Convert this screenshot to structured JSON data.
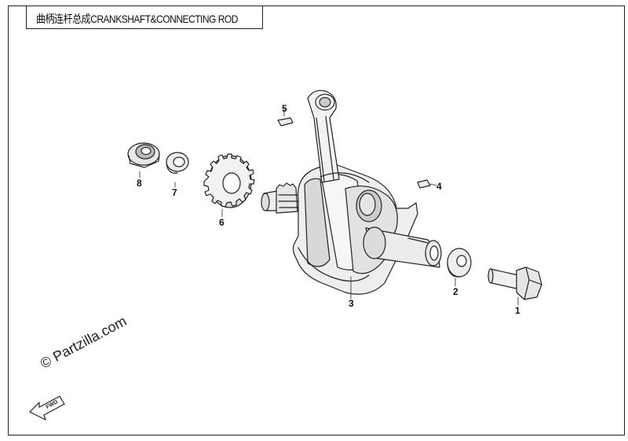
{
  "title": "曲柄连杆总成CRANKSHAFT&CONNECTING ROD",
  "callouts": [
    "1",
    "2",
    "3",
    "4",
    "5",
    "6",
    "7",
    "8"
  ],
  "watermark": "© Partzilla.com",
  "fwd_label": "FWD",
  "line_color": "#222222"
}
